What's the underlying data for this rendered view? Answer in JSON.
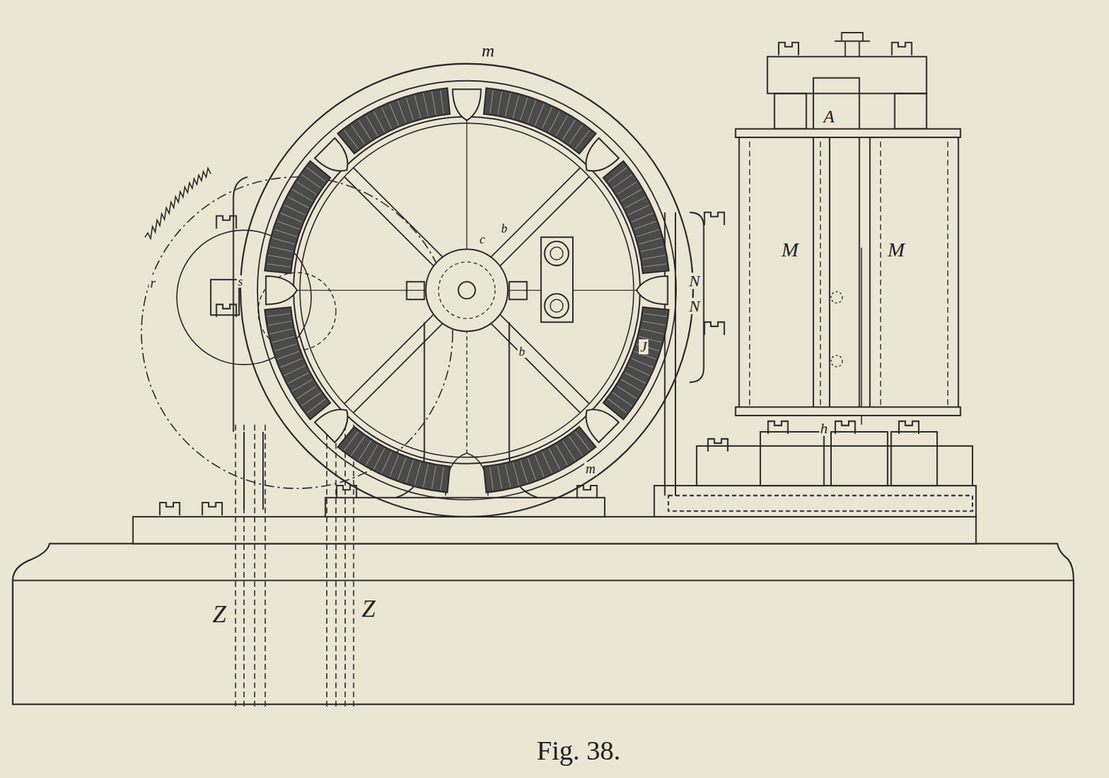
{
  "diagram": {
    "caption": "Fig. 38.",
    "labels": [
      "m",
      "c",
      "b",
      "b",
      "N",
      "N",
      "J",
      "m",
      "r",
      "s",
      "A",
      "M",
      "M",
      "h",
      "Z",
      "Z"
    ]
  }
}
